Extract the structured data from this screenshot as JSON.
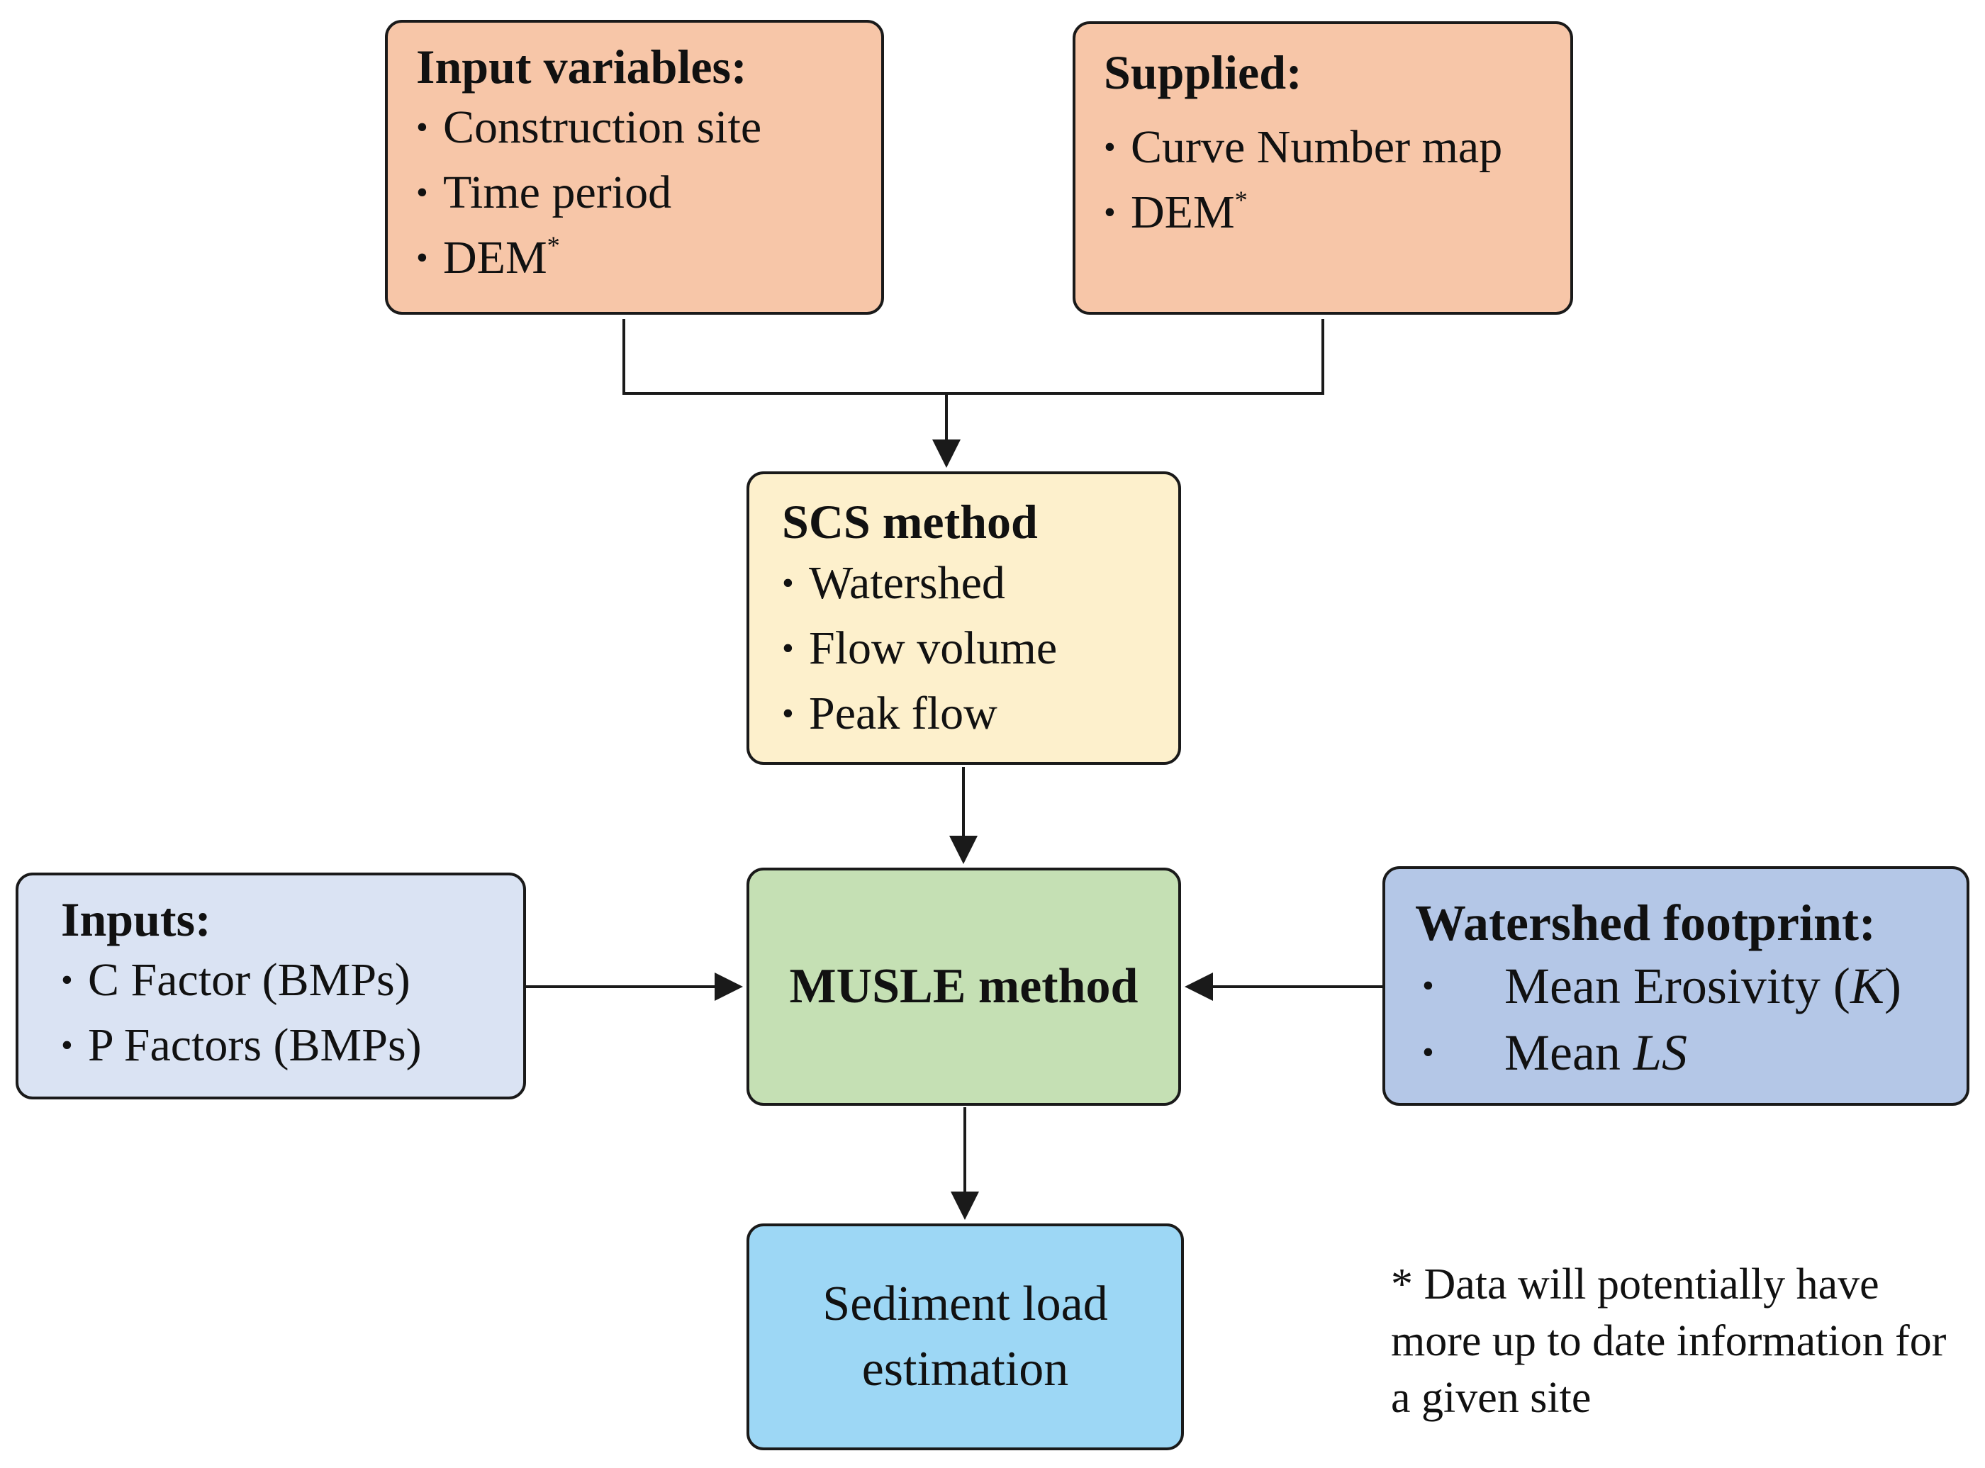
{
  "colors": {
    "input_box": "#f7c6a8",
    "scs_box": "#fdf0cc",
    "inputs_box": "#dae3f3",
    "musle_box": "#c5e0b4",
    "watershed_box": "#b4c7e7",
    "sediment_box": "#9dd7f5",
    "line": "#1a1a1a"
  },
  "input_variables": {
    "title": "Input variables:",
    "items": [
      "Construction  site",
      "Time period",
      "DEM"
    ],
    "marker": "*"
  },
  "supplied": {
    "title": "Supplied:",
    "items": [
      "Curve Number map",
      "DEM"
    ],
    "marker": "*"
  },
  "scs": {
    "title": "SCS method",
    "items": [
      "Watershed",
      "Flow volume",
      "Peak flow"
    ]
  },
  "inputs": {
    "title": "Inputs:",
    "items": [
      "C Factor  (BMPs)",
      "P Factors  (BMPs)"
    ]
  },
  "musle": {
    "title": "MUSLE method"
  },
  "watershed": {
    "title": "Watershed footprint:",
    "item1_text": "Mean Erosivity (",
    "item1_symbol": "K",
    "item1_close": ")",
    "item2_text": "Mean ",
    "item2_symbol": "LS"
  },
  "sediment": {
    "label": "Sediment load estimation"
  },
  "footnote": "* Data will potentially have more up to date information for a given site",
  "bullet": "•"
}
